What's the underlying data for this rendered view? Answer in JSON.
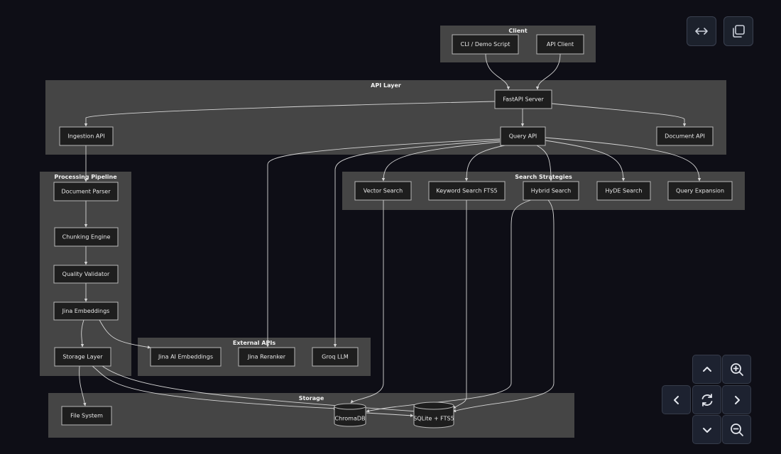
{
  "diagram": {
    "subgraphs": {
      "client": {
        "title": "Client"
      },
      "api_layer": {
        "title": "API Layer"
      },
      "processing_pipeline": {
        "title": "Processing Pipeline"
      },
      "search_strategies": {
        "title": "Search Strategies"
      },
      "external_apis": {
        "title": "External APIs"
      },
      "storage": {
        "title": "Storage"
      }
    },
    "nodes": {
      "cli": {
        "label": "CLI / Demo Script"
      },
      "api_client": {
        "label": "API Client"
      },
      "fastapi": {
        "label": "FastAPI Server"
      },
      "ingestion_api": {
        "label": "Ingestion API"
      },
      "query_api": {
        "label": "Query API"
      },
      "document_api": {
        "label": "Document API"
      },
      "document_parser": {
        "label": "Document Parser"
      },
      "chunking_engine": {
        "label": "Chunking Engine"
      },
      "quality_validator": {
        "label": "Quality Validator"
      },
      "jina_embeddings": {
        "label": "Jina Embeddings"
      },
      "storage_layer": {
        "label": "Storage Layer"
      },
      "vector_search": {
        "label": "Vector Search"
      },
      "keyword_search": {
        "label": "Keyword Search FTS5"
      },
      "hybrid_search": {
        "label": "Hybrid Search"
      },
      "hyde_search": {
        "label": "HyDE Search"
      },
      "query_expansion": {
        "label": "Query Expansion"
      },
      "jina_ai_embeddings": {
        "label": "Jina AI Embeddings"
      },
      "jina_reranker": {
        "label": "Jina Reranker"
      },
      "groq_llm": {
        "label": "Groq LLM"
      },
      "file_system": {
        "label": "File System"
      },
      "chromadb": {
        "label": "ChromaDB"
      },
      "sqlite_fts5": {
        "label": "SQLite + FTS5"
      }
    }
  },
  "controls": {
    "fit_width": {
      "icon": "expand-horizontal-icon"
    },
    "copy": {
      "icon": "copy-icon"
    },
    "pan_up": {
      "icon": "chevron-up-icon"
    },
    "zoom_in": {
      "icon": "zoom-in-icon"
    },
    "pan_left": {
      "icon": "chevron-left-icon"
    },
    "reset": {
      "icon": "reset-icon"
    },
    "pan_right": {
      "icon": "chevron-right-icon"
    },
    "pan_down": {
      "icon": "chevron-down-icon"
    },
    "zoom_out": {
      "icon": "zoom-out-icon"
    }
  }
}
